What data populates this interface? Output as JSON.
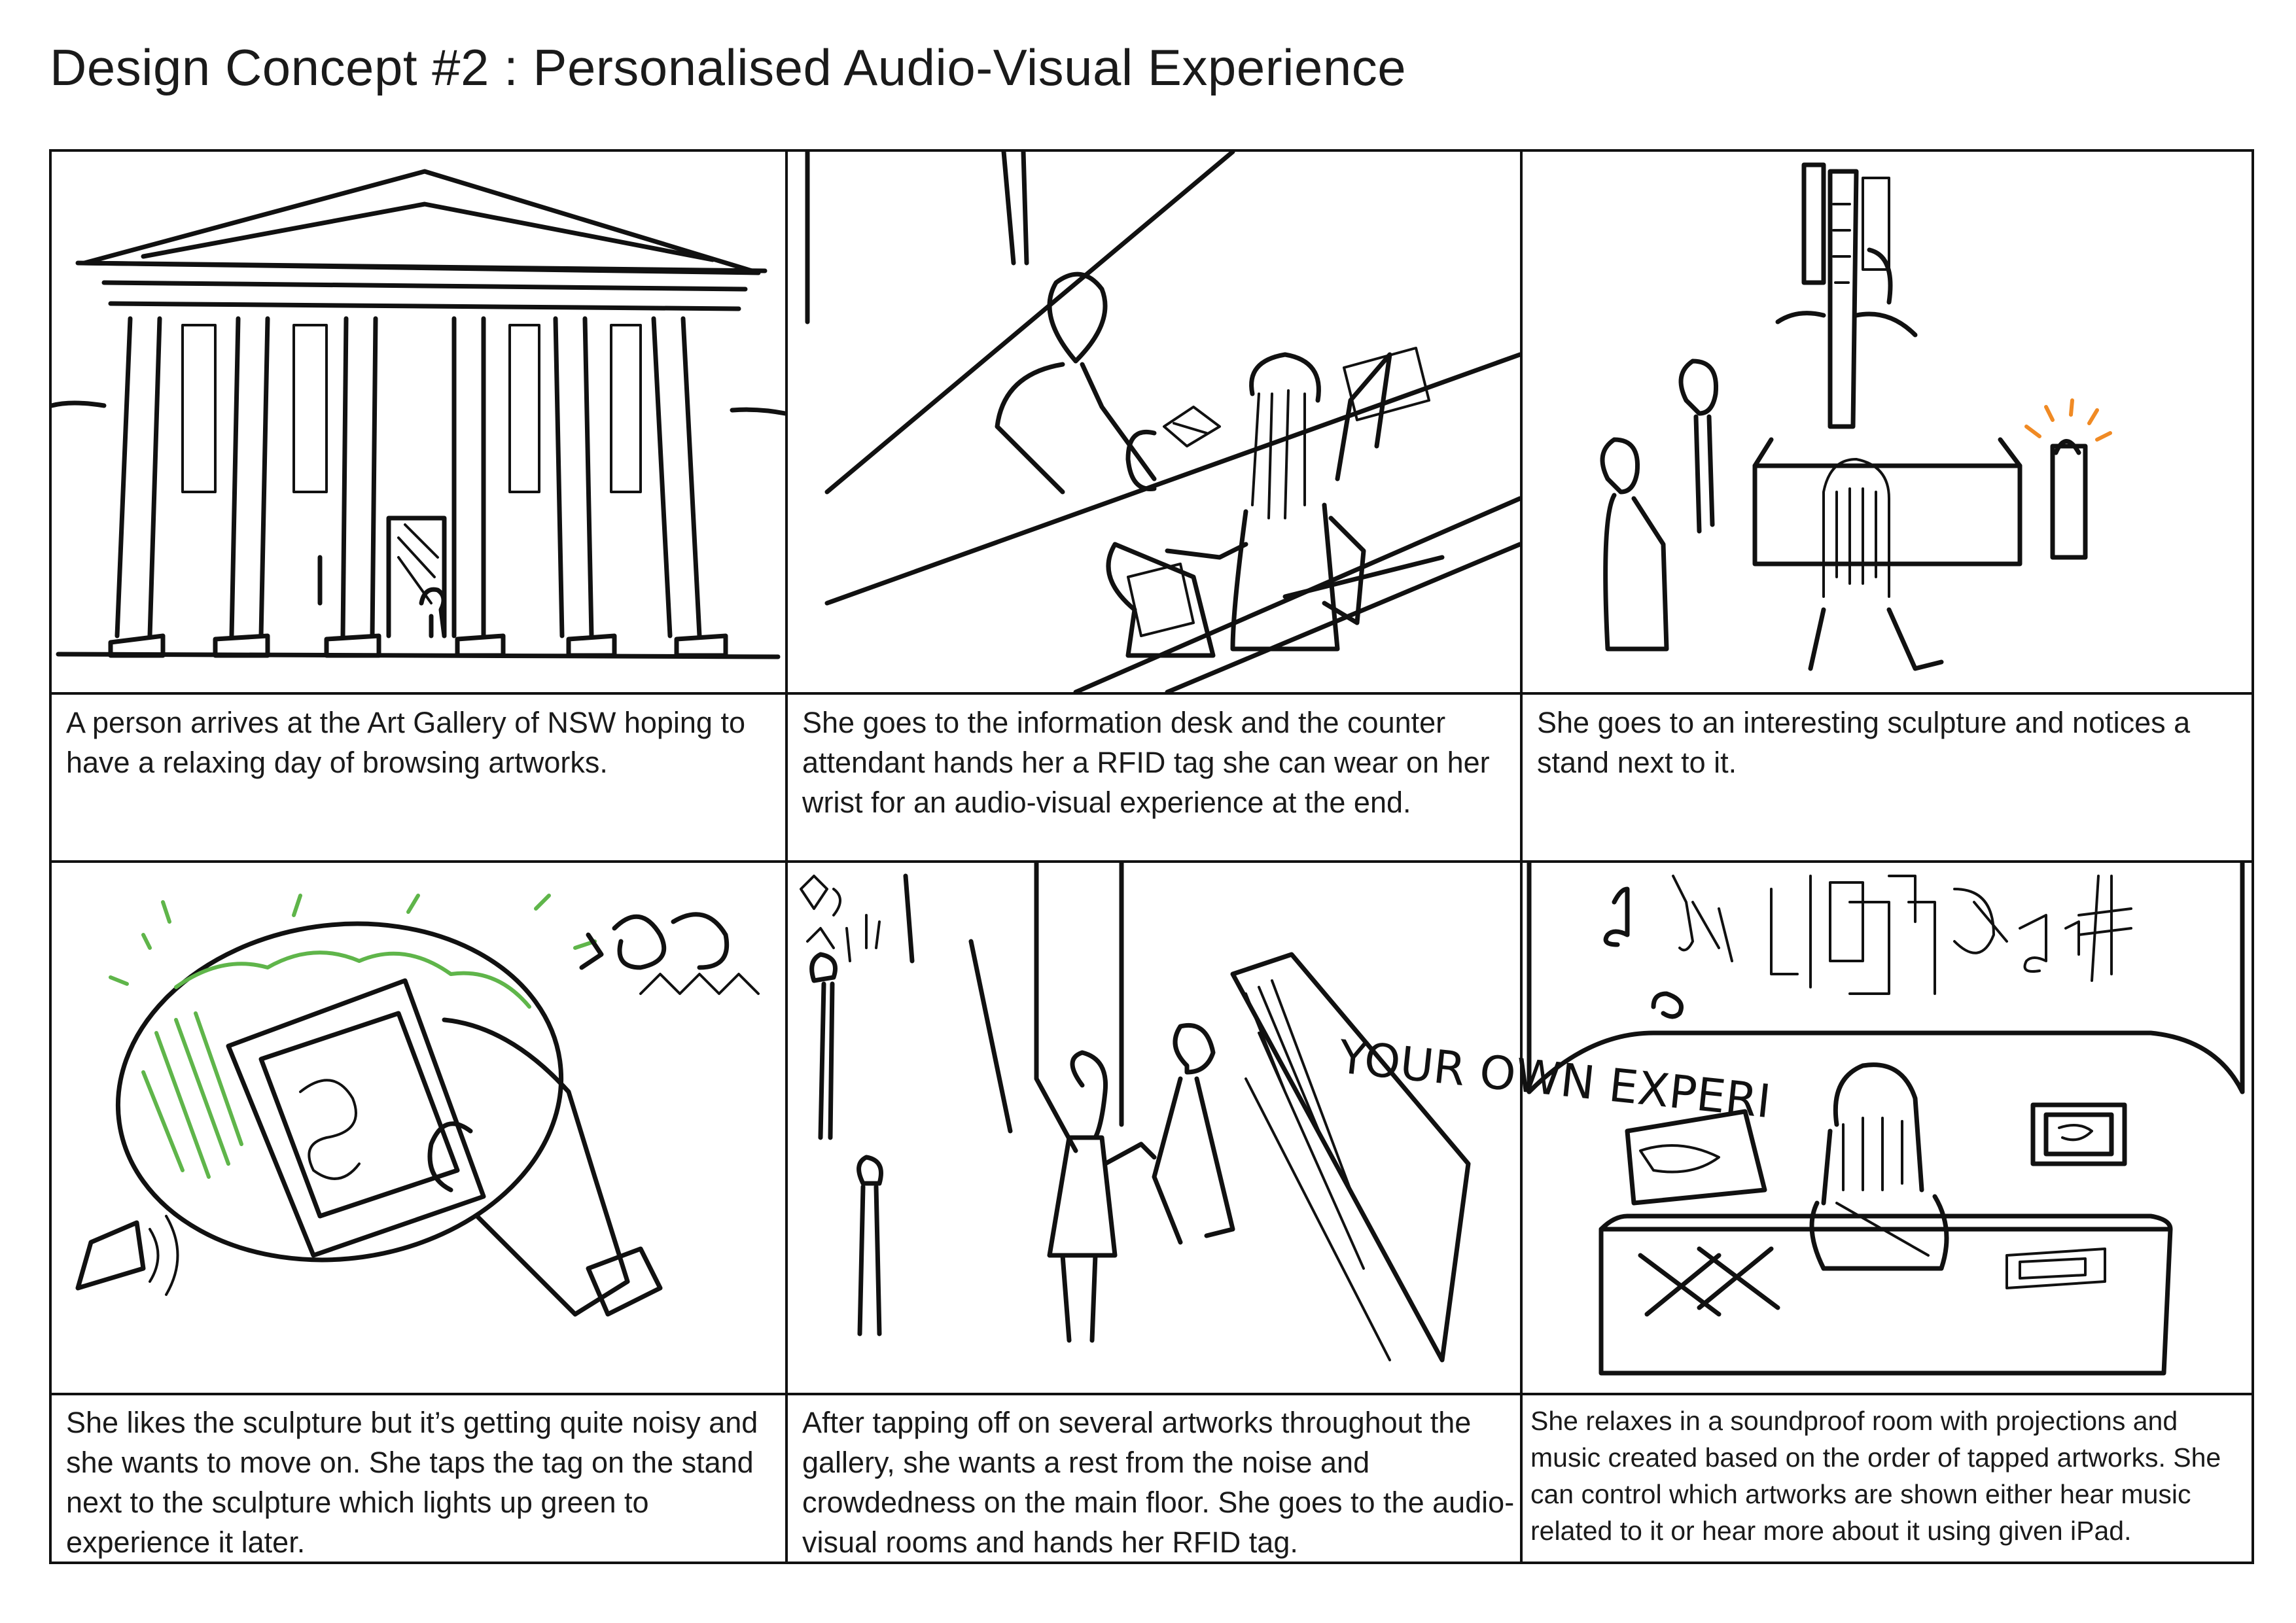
{
  "title": "Design Concept #2 : Personalised Audio-Visual Experience",
  "panels": [
    {
      "caption": "A person arrives at the Art Gallery of NSW hoping to have a relaxing day of browsing artworks."
    },
    {
      "caption": "She goes to the information desk and the counter attendant hands her a RFID tag she can wear on her wrist for an audio-visual experience at the end."
    },
    {
      "caption": "She goes to an interesting sculpture and notices a stand next to it."
    },
    {
      "caption": "She likes the sculpture but it’s getting quite noisy and she wants to move on. She taps the tag on the stand next to the sculpture which lights up green to experience it later."
    },
    {
      "caption": "After tapping off on several artworks throughout the gallery, she wants a rest from the noise and crowdedness on the main floor. She goes to the audio-visual rooms and hands her RFID tag."
    },
    {
      "caption": "She relaxes in a soundproof room with projections and music created based on the order of tapped artworks. She can control which artworks are shown either hear music related to it or hear more about it using given iPad."
    }
  ],
  "sketch_text": {
    "wall_sign": "YOUR OWN EXPERI"
  },
  "colors": {
    "accent_green": "#5fb54a",
    "accent_orange": "#f08a24",
    "ink": "#111111"
  }
}
